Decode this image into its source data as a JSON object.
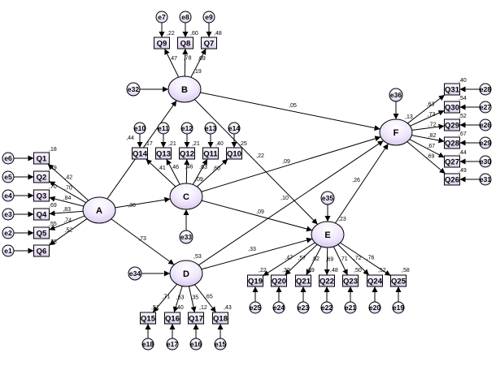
{
  "colors": {
    "node_fill_light": "#f6f0ff",
    "node_fill_dark": "#d6c8ee",
    "stroke": "#000000"
  },
  "latents": {
    "A": "A",
    "B": "B",
    "C": "C",
    "D": "D",
    "E": "E",
    "F": "F"
  },
  "items": {
    "Q1": "Q1",
    "Q2": "Q2",
    "Q3": "Q3",
    "Q4": "Q4",
    "Q5": "Q5",
    "Q6": "Q6",
    "Q7": "Q7",
    "Q8": "Q8",
    "Q9": "Q9",
    "Q10": "Q10",
    "Q11": "Q11",
    "Q12": "Q12",
    "Q13": "Q13",
    "Q14": "Q14",
    "Q15": "Q15",
    "Q16": "Q16",
    "Q17": "Q17",
    "Q18": "Q18",
    "Q19": "Q19",
    "Q20": "Q20",
    "Q21": "Q21",
    "Q22": "Q22",
    "Q23": "Q23",
    "Q24": "Q24",
    "Q25": "Q25",
    "Q26": "Q26",
    "Q27": "Q27",
    "Q28": "Q28",
    "Q29": "Q29",
    "Q30": "Q30",
    "Q31": "Q31"
  },
  "errors": {
    "e1": "e1",
    "e2": "e2",
    "e3": "e3",
    "e4": "e4",
    "e5": "e5",
    "e6": "e6",
    "e7": "e7",
    "e8": "e8",
    "e9": "e9",
    "e10": "e10",
    "e11": "e11",
    "e12": "e12",
    "e13": "e13",
    "e14": "e14",
    "e15": "e15",
    "e16": "e16",
    "e17": "e17",
    "e18": "e18",
    "e19": "e19",
    "e20": "e20",
    "e21": "e21",
    "e22": "e22",
    "e23": "e23",
    "e24": "e24",
    "e25": "e25",
    "e26": "e26",
    "e27": "e27",
    "e28": "e28",
    "e29": "e29",
    "e30": "e30",
    "e31": "e31",
    "e32": "e32",
    "e33": "e33",
    "e34": "e34",
    "e35": "e35",
    "e36": "e36"
  },
  "paths": {
    "A_B": ",44",
    "A_C": ",30",
    "A_D": ",73",
    "B_F": ",05",
    "B_E": ",22",
    "C_F": ",09",
    "C_E": ",09",
    "D_F": ",10",
    "D_E": ",33",
    "E_F": ",26"
  },
  "r2": {
    "B": ",19",
    "C": ",09",
    "D": ",53",
    "E": ",23",
    "F": ",13"
  },
  "loadings": {
    "Q1": ",42",
    "Q2": ",70",
    "Q3": ",84",
    "Q4": ",83",
    "Q5": ",74",
    "Q6": ",52",
    "Q9": ",47",
    "Q8": ",78",
    "Q7": ",69",
    "Q14": ",41",
    "Q13": ",46",
    "Q12": ",46",
    "Q11": ",63",
    "Q10": ",60",
    "Q15": ",71",
    "Q16": ",63",
    "Q17": ",35",
    "Q18": ",65",
    "Q19": ",47",
    "Q20": ",57",
    "Q21": ",62",
    "Q22": ",69",
    "Q23": ",71",
    "Q24": ",72",
    "Q25": ",76",
    "Q31": ",63",
    "Q30": ",73",
    "Q29": ",72",
    "Q28": ",82",
    "Q27": ",67",
    "Q26": ",69"
  },
  "item_r2": {
    "Q1": ",18",
    "Q2": ",49",
    "Q3": ",70",
    "Q4": ",69",
    "Q5": ",55",
    "Q6": ",28",
    "Q9": ",22",
    "Q8": ",60",
    "Q7": ",48",
    "Q14": ",17",
    "Q13": ",21",
    "Q12": ",21",
    "Q11": ",40",
    "Q10": ",25",
    "Q15": ",51",
    "Q16": ",40",
    "Q17": ",12",
    "Q18": ",43",
    "Q19": ",22",
    "Q20": ",32",
    "Q21": ",39",
    "Q22": ",48",
    "Q23": ",50",
    "Q24": ",52",
    "Q25": ",58",
    "Q31": ",40",
    "Q30": ",54",
    "Q29": ",52",
    "Q28": ",67",
    "Q27": ",44",
    "Q26": ",49"
  }
}
